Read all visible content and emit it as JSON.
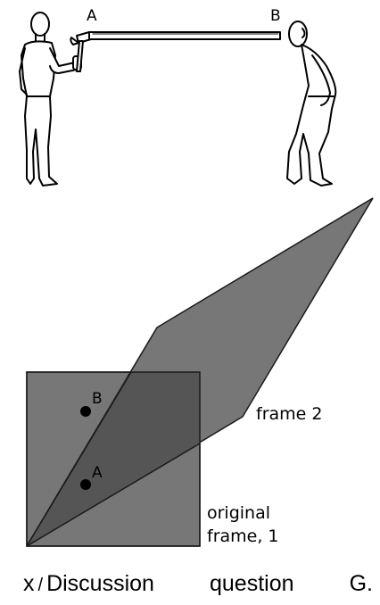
{
  "figure": {
    "top_labels": {
      "a": "A",
      "b": "B"
    },
    "diagram_labels": {
      "point_b": "B",
      "point_a": "A",
      "frame2": "frame 2",
      "original_line1": "original",
      "original_line2": "frame, 1"
    },
    "colors": {
      "frame_fill": "#777777",
      "frame_stroke": "#1a1a1a",
      "overlap_fill": "#555555"
    }
  },
  "caption": {
    "x": "x",
    "slash": "/",
    "word1": "Discussion",
    "word2": "question",
    "word3": "G."
  }
}
